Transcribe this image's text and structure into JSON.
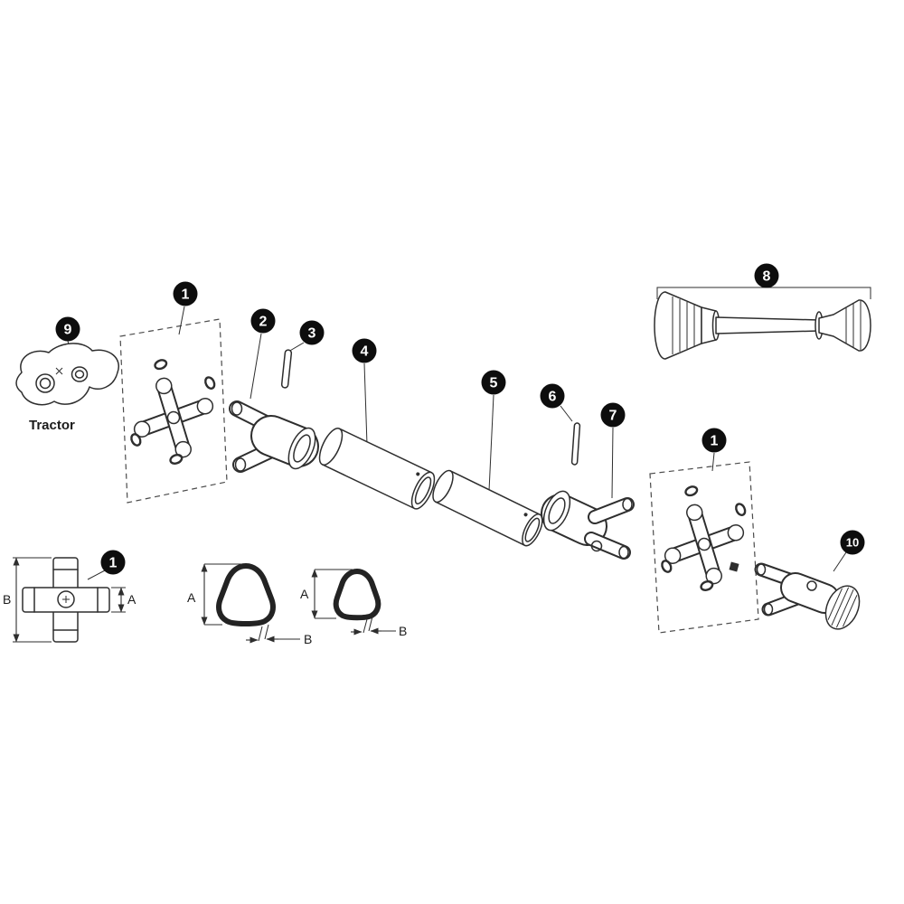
{
  "figure": {
    "bg": "#ffffff",
    "line_color": "#2e2e2e",
    "badge_bg": "#0d0d0d",
    "badge_fg": "#ffffff",
    "type": "exploded-parts-diagram"
  },
  "labels": {
    "tractor": "Tractor"
  },
  "callouts": [
    {
      "id": "c9",
      "label": "9"
    },
    {
      "id": "c1a",
      "label": "1"
    },
    {
      "id": "c2",
      "label": "2"
    },
    {
      "id": "c3",
      "label": "3"
    },
    {
      "id": "c4",
      "label": "4"
    },
    {
      "id": "c5",
      "label": "5"
    },
    {
      "id": "c6",
      "label": "6"
    },
    {
      "id": "c7",
      "label": "7"
    },
    {
      "id": "c8",
      "label": "8"
    },
    {
      "id": "c1b",
      "label": "1"
    },
    {
      "id": "c10",
      "label": "10"
    },
    {
      "id": "c1c",
      "label": "1"
    }
  ],
  "dimensions": {
    "cross_width": "B",
    "cross_cap": "A",
    "profile1_height": "A",
    "profile1_wall": "B",
    "profile2_height": "A",
    "profile2_wall": "B"
  }
}
